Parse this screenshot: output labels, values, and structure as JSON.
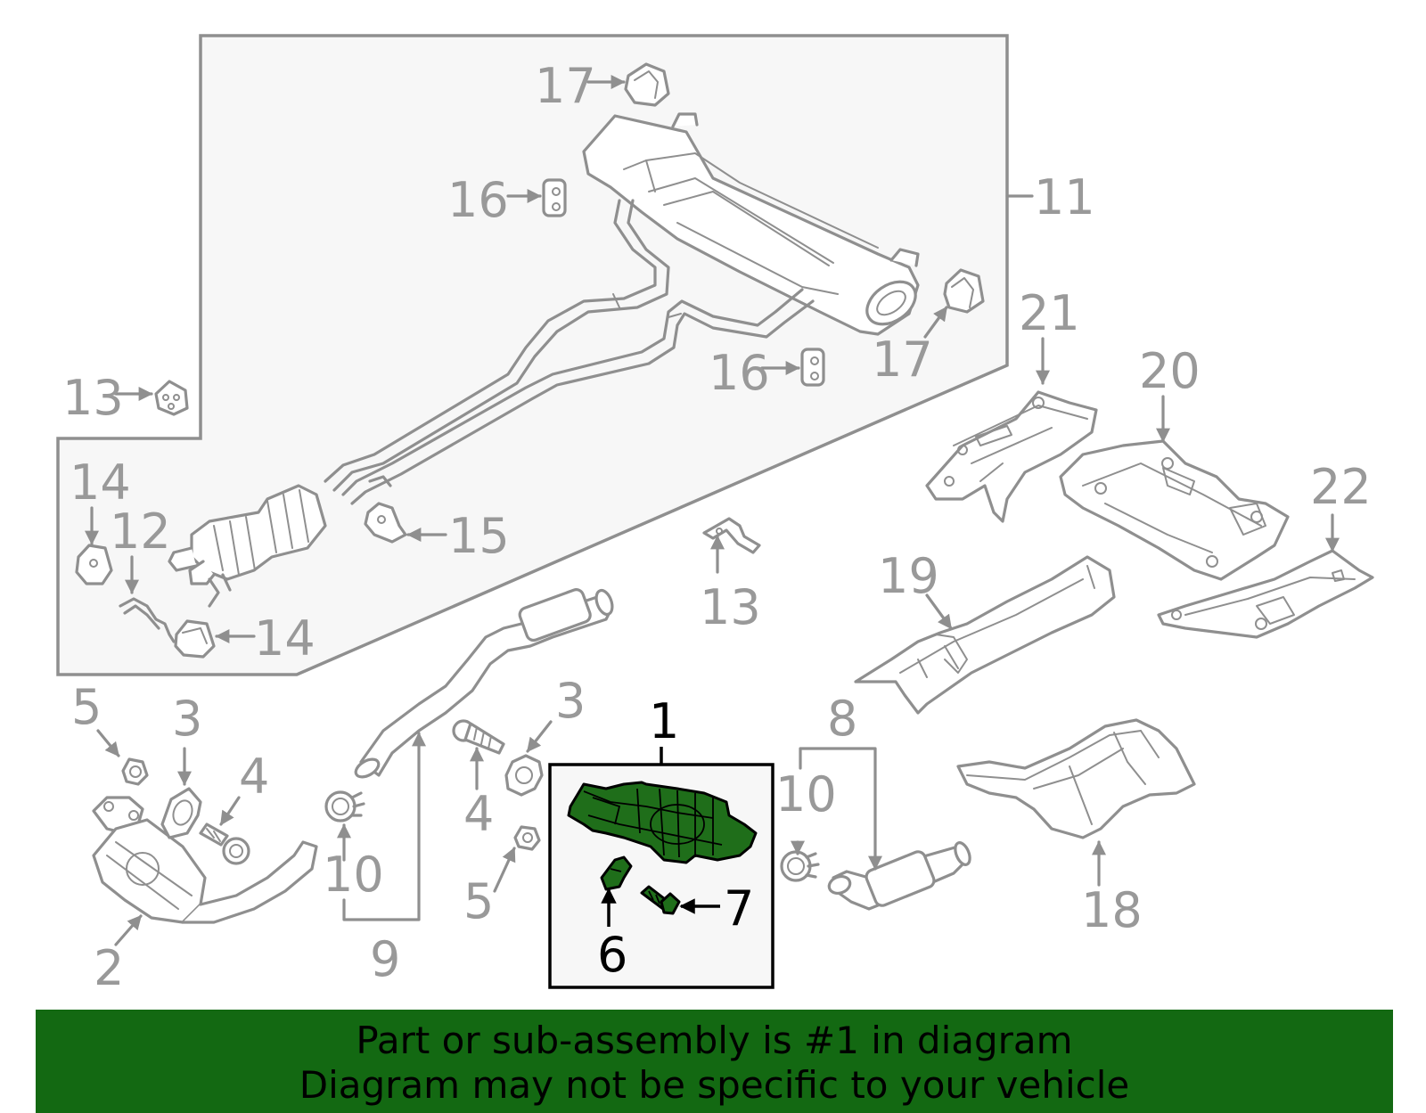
{
  "labels": {
    "l1": "1",
    "l2": "2",
    "l3a": "3",
    "l3b": "3",
    "l4a": "4",
    "l4b": "4",
    "l5a": "5",
    "l5b": "5",
    "l6": "6",
    "l7": "7",
    "l8": "8",
    "l9": "9",
    "l10a": "10",
    "l10b": "10",
    "l11": "11",
    "l12": "12",
    "l13a": "13",
    "l13b": "13",
    "l14a": "14",
    "l14b": "14",
    "l15": "15",
    "l16a": "16",
    "l16b": "16",
    "l17a": "17",
    "l17b": "17",
    "l18": "18",
    "l19": "19",
    "l20": "20",
    "l21": "21",
    "l22": "22"
  },
  "banner": {
    "line1": "Part or sub-assembly is #1 in diagram",
    "line2": "Diagram may not be specific to your vehicle"
  },
  "colors": {
    "highlight": "#1f6e1a",
    "banner": "#136912",
    "line_gray": "#8f8f8f",
    "label_gray": "#999999"
  }
}
